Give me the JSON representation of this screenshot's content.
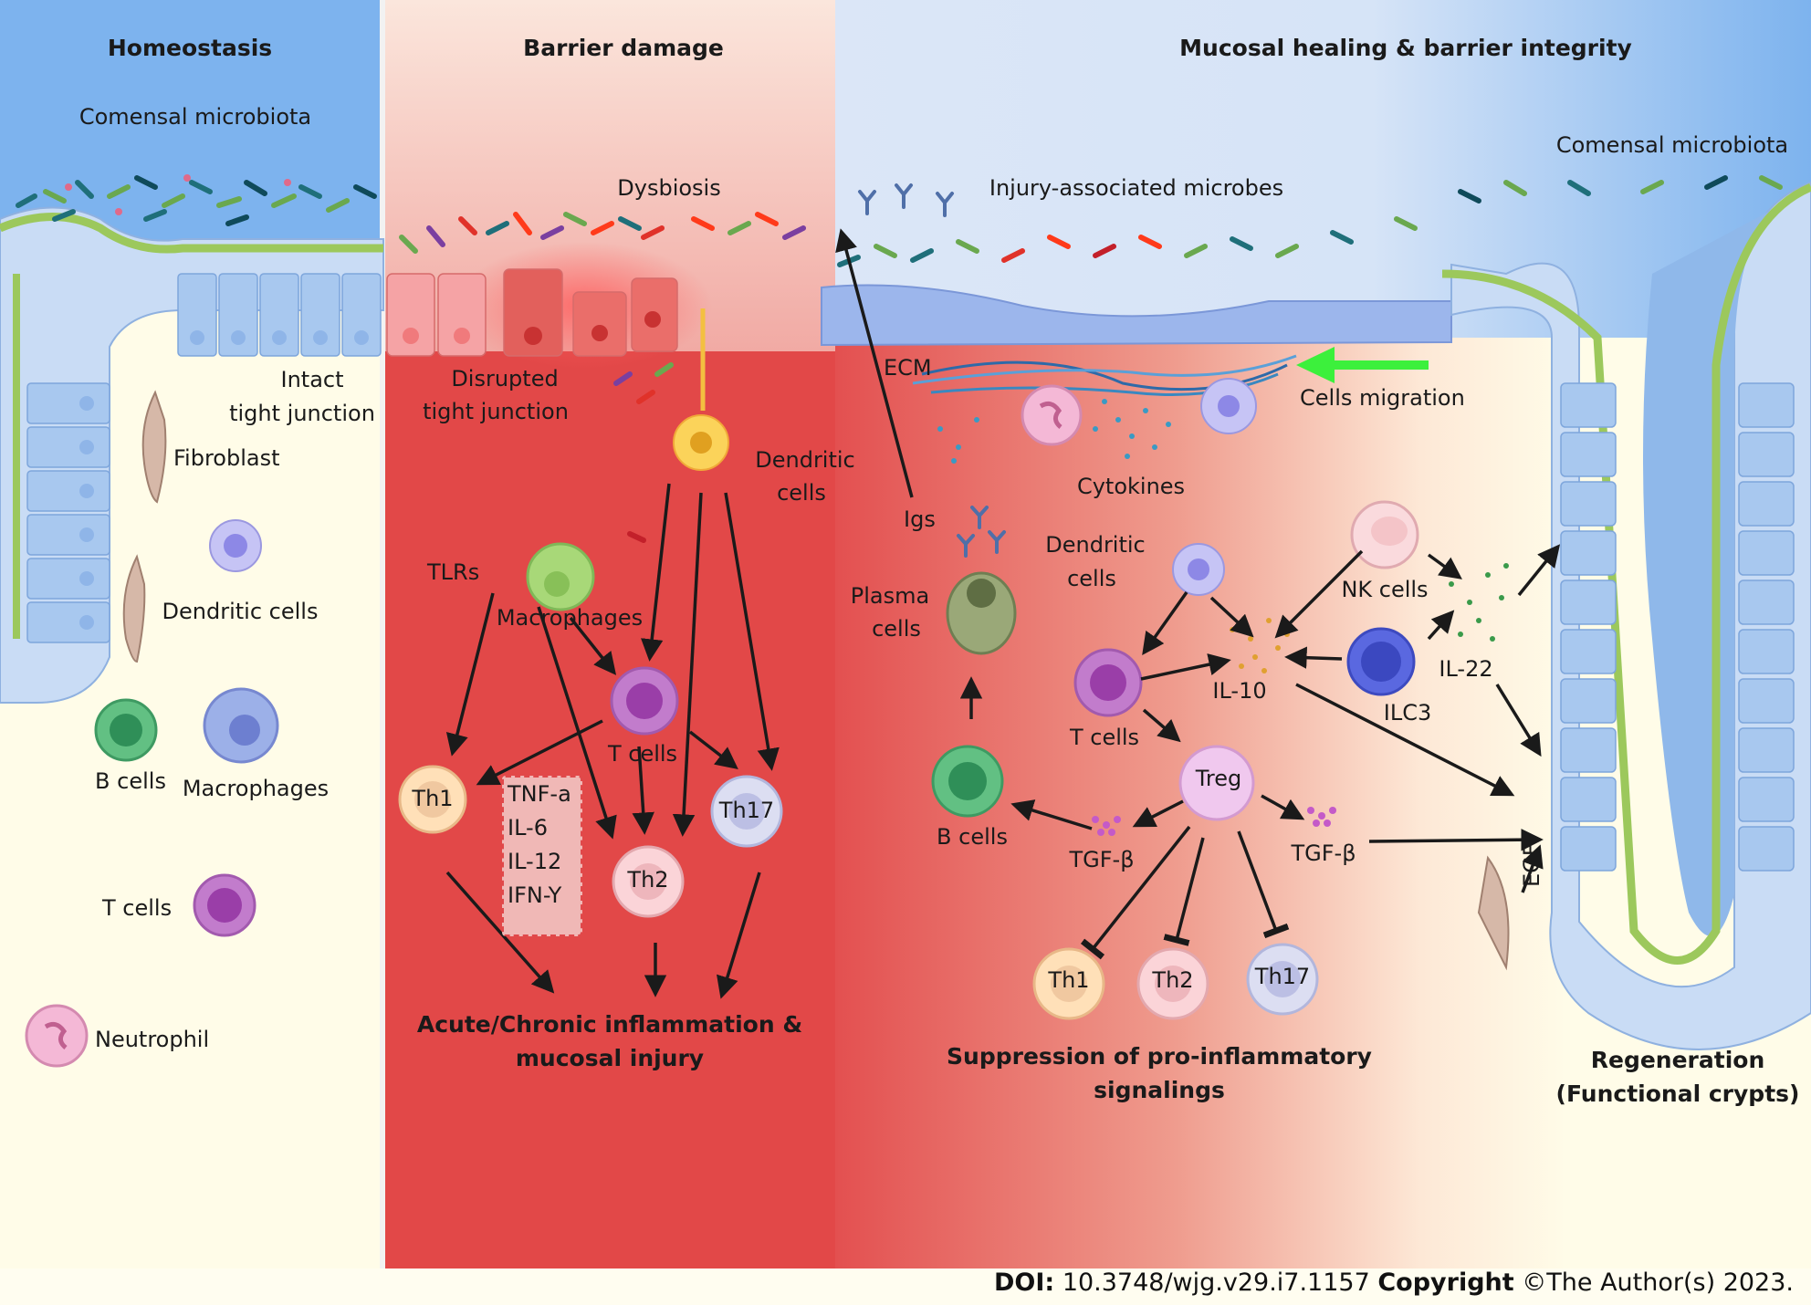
{
  "panels": {
    "homeostasis": "Homeostasis",
    "barrier_damage": "Barrier damage",
    "mucosal_healing": "Mucosal healing & barrier integrity"
  },
  "homeostasis": {
    "microbiota": "Comensal microbiota",
    "tight_junction_1": "Intact",
    "tight_junction_2": "tight junction",
    "fibroblast": "Fibroblast",
    "dendritic": "Dendritic cells",
    "b_cells": "B cells",
    "macrophages": "Macrophages",
    "t_cells": "T cells",
    "neutrophil": "Neutrophil"
  },
  "damage": {
    "dysbiosis": "Dysbiosis",
    "disrupted_1": "Disrupted",
    "disrupted_2": "tight junction",
    "dendritic_1": "Dendritic",
    "dendritic_2": "cells",
    "tlrs": "TLRs",
    "macrophages": "Macrophages",
    "t_cells": "T cells",
    "th1": "Th1",
    "th2": "Th2",
    "th17": "Th17",
    "cytokines": [
      "TNF-a",
      "IL-6",
      "IL-12",
      "IFN-Y"
    ],
    "outcome_1": "Acute/Chronic inflammation &",
    "outcome_2": "mucosal injury"
  },
  "healing": {
    "injury_microbes": "Injury-associated microbes",
    "microbiota": "Comensal microbiota",
    "ecm": "ECM",
    "cells_migration": "Cells migration",
    "cytokines": "Cytokines",
    "igs": "Igs",
    "plasma_1": "Plasma",
    "plasma_2": "cells",
    "dendritic_1": "Dendritic",
    "dendritic_2": "cells",
    "nk_cells": "NK cells",
    "il22": "IL-22",
    "il10": "IL-10",
    "ilc3": "ILC3",
    "t_cells": "T cells",
    "treg": "Treg",
    "b_cells": "B cells",
    "tgfb_1": "TGF-β",
    "tgfb_2": "TGF-β",
    "egf": "EGF",
    "th1": "Th1",
    "th2": "Th2",
    "th17": "Th17",
    "suppression_1": "Suppression of pro-inflammatory",
    "suppression_2": "signalings",
    "regeneration_1": "Regeneration",
    "regeneration_2": "(Functional crypts)"
  },
  "footer": {
    "doi_label": "DOI:",
    "doi": "10.3748/wjg.v29.i7.1157",
    "copyright_label": "Copyright",
    "copyright": "©The Author(s) 2023."
  },
  "colors": {
    "lumen_blue": "#7db3ee",
    "damage_red": "#e04646",
    "epithelium": "#c9dcf5",
    "mucus_green": "#9cc85c",
    "t_cell": "#b86ac0",
    "b_cell": "#3aa060",
    "migration_arrow": "#3cf03c"
  }
}
